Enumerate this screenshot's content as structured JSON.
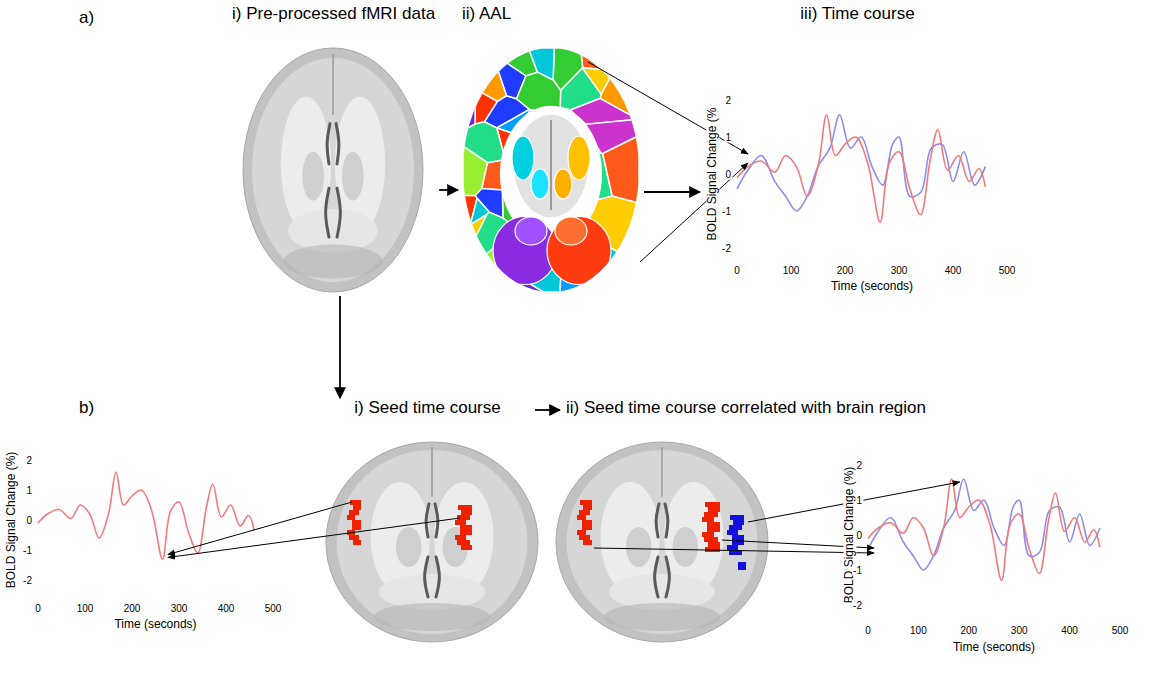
{
  "diagram": {
    "nodes": [
      {
        "text": [
          "i) Pre-processed fMRI data"
        ]
      },
      {
        "text": [
          "ii) AAL"
        ]
      },
      {
        "text": [
          "iii) Time course"
        ]
      },
      {
        "text": [
          "i) Seed time course"
        ]
      },
      {
        "text": [
          "ii) Seed time course correlated with brain region"
        ]
      }
    ],
    "edges": [
      {
        "from": 0,
        "to": 1,
        "arrow": "to"
      },
      {
        "from": 1,
        "to": 2,
        "arrow": "to"
      },
      {
        "from": 0,
        "to": 3,
        "arrow": "to"
      },
      {
        "from": 3,
        "to": 4,
        "arrow": "to"
      }
    ],
    "labels": [
      "a)",
      "b)",
      "BOLD Signal Change (%",
      "2",
      "1",
      "0",
      "-1",
      "-2",
      "0",
      "100",
      "200",
      "300",
      "400",
      "500",
      "Time (seconds)",
      "BOLD Signal Change (%)",
      "2",
      "1",
      "0",
      "-1",
      "-2",
      "0",
      "100",
      "200",
      "300",
      "400",
      "500",
      "Time (seconds)",
      "BOLD Signal Change (%)",
      "2",
      "1",
      "0",
      "-1",
      "-2",
      "0",
      "100",
      "200",
      "300",
      "400",
      "500",
      "Time (seconds)"
    ]
  }
}
